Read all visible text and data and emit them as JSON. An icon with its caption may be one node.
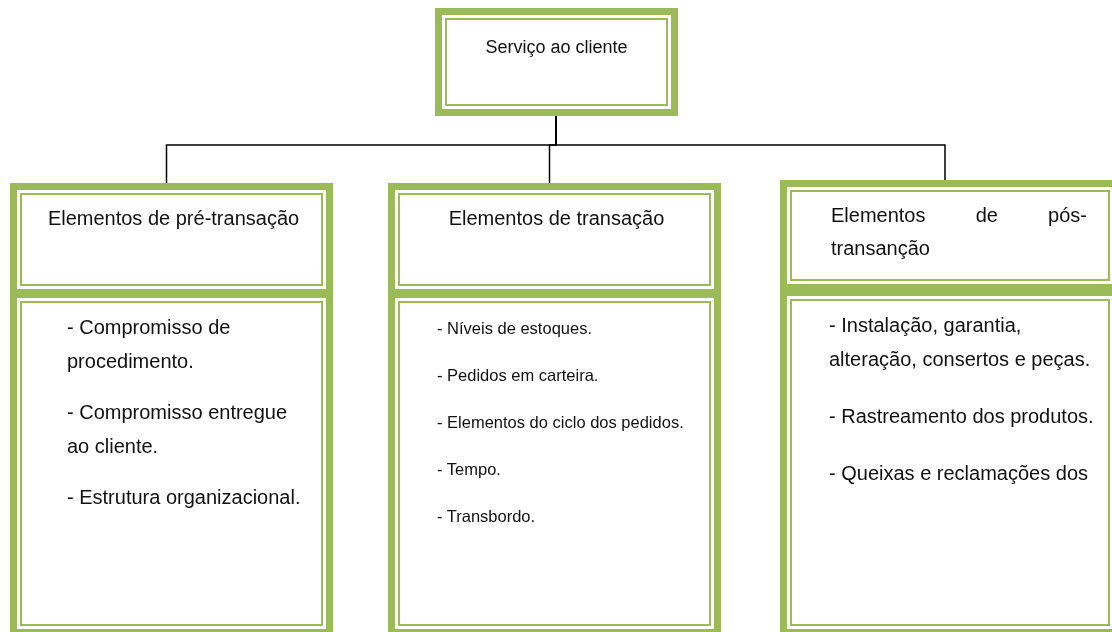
{
  "diagram": {
    "nodes": [
      {
        "text": [
          "Serviço ao cliente"
        ]
      },
      {
        "text": [
          "Elementos de pré-transação"
        ]
      },
      {
        "text": [
          "- Compromisso de procedimento.",
          "- Compromisso entregue ao cliente.",
          "- Estrutura organizacional."
        ]
      },
      {
        "text": [
          "Elementos de transação"
        ]
      },
      {
        "text": [
          "- Níveis de estoques.",
          "- Pedidos em carteira.",
          "- Elementos do ciclo dos pedidos.",
          "- Tempo.",
          "- Transbordo."
        ]
      },
      {
        "text": [
          "Elementos de pós-transanção"
        ]
      },
      {
        "text": [
          "- Instalação, garantia, alteração, consertos e peças.",
          "- Rastreamento dos produtos.",
          "- Queixas e reclamações dos"
        ]
      }
    ],
    "edges": [
      {
        "from": 0,
        "to": 1,
        "arrow": "none"
      },
      {
        "from": 0,
        "to": 3,
        "arrow": "none"
      },
      {
        "from": 0,
        "to": 5,
        "arrow": "none"
      }
    ]
  }
}
